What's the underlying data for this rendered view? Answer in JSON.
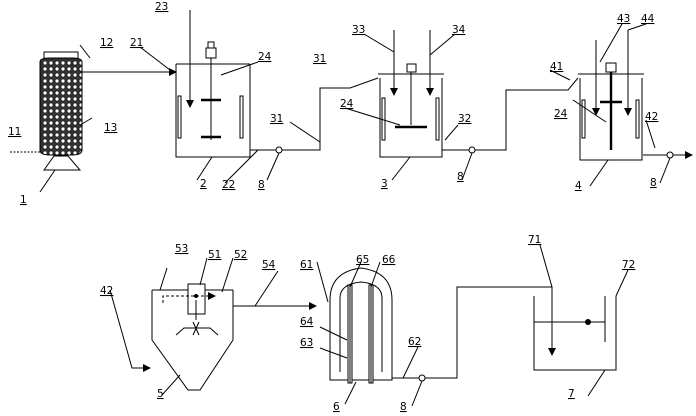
{
  "diagram": {
    "labels": {
      "l1": "1",
      "l11": "11",
      "l12": "12",
      "l13": "13",
      "l2": "2",
      "l21": "21",
      "l22": "22",
      "l23": "23",
      "l24a": "24",
      "l3": "3",
      "l31a": "31",
      "l31b": "31",
      "l32": "32",
      "l33": "33",
      "l34": "34",
      "l24b": "24",
      "l4": "4",
      "l41": "41",
      "l42a": "42",
      "l43": "43",
      "l44": "44",
      "l24c": "24",
      "l8a": "8",
      "l8b": "8",
      "l8c": "8",
      "l8d": "8",
      "l42b": "42",
      "l5": "5",
      "l51": "51",
      "l52": "52",
      "l53": "53",
      "l54": "54",
      "l6": "6",
      "l61": "61",
      "l62": "62",
      "l63": "63",
      "l64": "64",
      "l65": "65",
      "l66": "66",
      "l7": "7",
      "l71": "71",
      "l72": "72"
    }
  }
}
